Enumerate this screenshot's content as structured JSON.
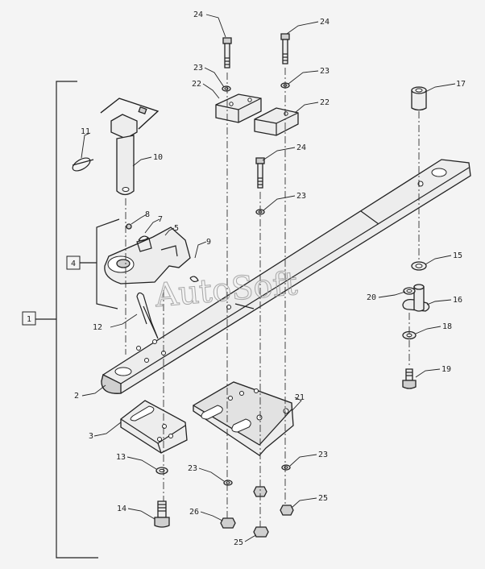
{
  "diagram": {
    "watermark": "AutoSoft",
    "group_labels": {
      "assembly": "1",
      "subassembly": "4"
    },
    "callouts": {
      "c2": "2",
      "c3": "3",
      "c5": "5",
      "c7": "7",
      "c8": "8",
      "c9": "9",
      "c10": "10",
      "c11": "11",
      "c12": "12",
      "c13": "13",
      "c14": "14",
      "c15": "15",
      "c16": "16",
      "c17": "17",
      "c18": "18",
      "c19": "19",
      "c20": "20",
      "c21": "21",
      "c22a": "22",
      "c22b": "22",
      "c23a": "23",
      "c23b": "23",
      "c23c": "23",
      "c23d": "23",
      "c23e": "23",
      "c24a": "24",
      "c24b": "24",
      "c24c": "24",
      "c25a": "25",
      "c25b": "25",
      "c26": "26"
    }
  }
}
